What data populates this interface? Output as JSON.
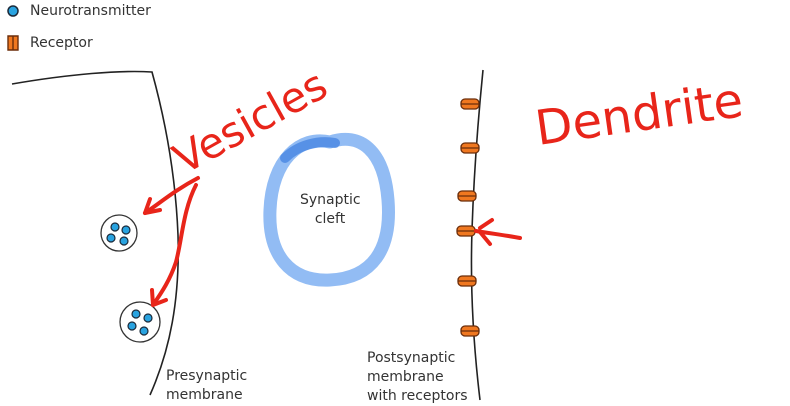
{
  "legend": {
    "neurotransmitter_label": "Neurotransmitter",
    "receptor_label": "Receptor"
  },
  "labels": {
    "synaptic_cleft": "Synaptic\ncleft",
    "presynaptic": "Presynaptic\nmembrane",
    "postsynaptic": "Postsynaptic\nmembrane\nwith receptors"
  },
  "annotations": {
    "vesicles": "Vesicles",
    "dendrite": "Dendrite"
  },
  "colors": {
    "neurotransmitter": "#29a3e0",
    "receptor": "#f07820",
    "receptor_outline": "#6b2d0a",
    "ink_red": "#e8251a",
    "cleft_blue": "#6ea6f0",
    "membrane": "#222222"
  }
}
